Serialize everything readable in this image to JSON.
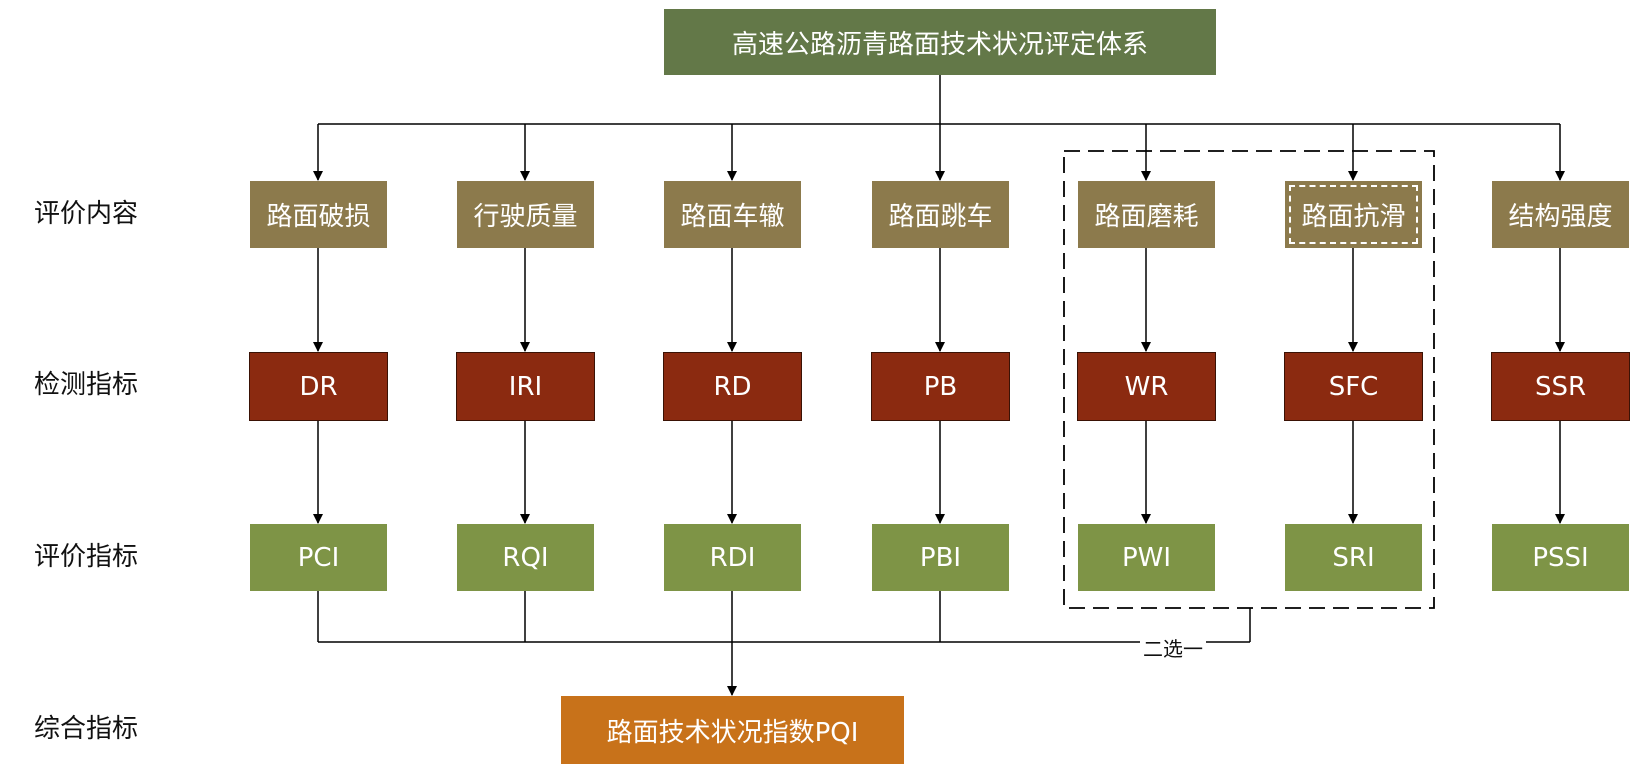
{
  "title": "高速公路沥青路面技术状况评定体系",
  "row_labels": {
    "content": "评价内容",
    "detection": "检测指标",
    "evaluation": "评价指标",
    "composite": "综合指标"
  },
  "columns": [
    {
      "content": "路面破损",
      "detection": "DR",
      "evaluation": "PCI"
    },
    {
      "content": "行驶质量",
      "detection": "IRI",
      "evaluation": "RQI"
    },
    {
      "content": "路面车辙",
      "detection": "RD",
      "evaluation": "RDI"
    },
    {
      "content": "路面跳车",
      "detection": "PB",
      "evaluation": "PBI"
    },
    {
      "content": "路面磨耗",
      "detection": "WR",
      "evaluation": "PWI"
    },
    {
      "content": "路面抗滑",
      "detection": "SFC",
      "evaluation": "SRI"
    },
    {
      "content": "结构强度",
      "detection": "SSR",
      "evaluation": "PSSI"
    }
  ],
  "choose_one": "二选一",
  "composite": "路面技术状况指数PQI",
  "colors": {
    "root": "#637848",
    "content": "#8c7a4c",
    "detection": "#8b2a10",
    "evaluation": "#7e9446",
    "composite": "#c8721a"
  }
}
